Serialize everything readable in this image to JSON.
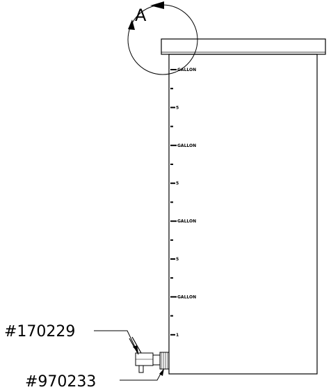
{
  "detail_marker": {
    "label": "A"
  },
  "callouts": [
    {
      "id": "spigot",
      "label": "#170229"
    },
    {
      "id": "fitting",
      "label": "#970233"
    }
  ],
  "gauge": {
    "marks": [
      {
        "kind": "major",
        "text": "GALLON"
      },
      {
        "kind": "minor",
        "text": ""
      },
      {
        "kind": "half",
        "text": "5"
      },
      {
        "kind": "minor",
        "text": ""
      },
      {
        "kind": "major",
        "text": "GALLON"
      },
      {
        "kind": "minor",
        "text": ""
      },
      {
        "kind": "half",
        "text": "5"
      },
      {
        "kind": "minor",
        "text": ""
      },
      {
        "kind": "major",
        "text": "GALLON"
      },
      {
        "kind": "minor",
        "text": ""
      },
      {
        "kind": "half",
        "text": "5"
      },
      {
        "kind": "minor",
        "text": ""
      },
      {
        "kind": "major",
        "text": "GALLON"
      },
      {
        "kind": "minor",
        "text": ""
      },
      {
        "kind": "half",
        "text": "1"
      }
    ]
  }
}
